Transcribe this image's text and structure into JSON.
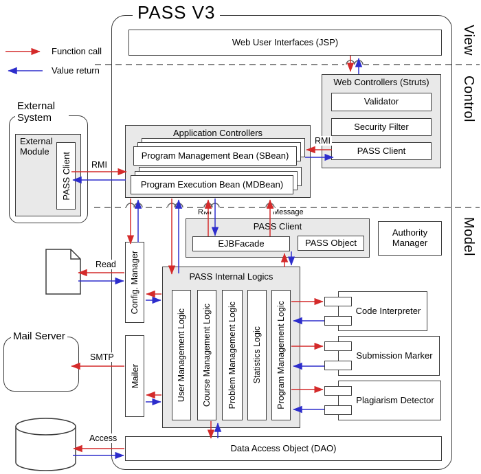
{
  "title": "PASS V3",
  "legend": {
    "function_call": "Function call",
    "value_return": "Value return"
  },
  "sections": {
    "view": "View",
    "control": "Control",
    "model": "Model"
  },
  "colors": {
    "function_call": "#d42a2a",
    "value_return": "#2d2dcc",
    "panel_fill": "#e9e9e9",
    "border": "#3b3b3b"
  },
  "view": {
    "jsp": "Web User Interfaces (JSP)"
  },
  "control": {
    "web_controllers": {
      "title": "Web Controllers (Struts)",
      "items": [
        "Validator",
        "Security Filter",
        "PASS Client"
      ]
    },
    "application_controllers": {
      "title": "Application Controllers",
      "sbean": "Program Management Bean (SBean)",
      "mdbean": "Program Execution Bean (MDBean)"
    }
  },
  "model": {
    "pass_client": {
      "title": "PASS Client",
      "ejb_facade": "EJBFacade",
      "pass_object": "PASS Object"
    },
    "authority_manager": "Authority Manager",
    "internal_logics": {
      "title": "PASS Internal Logics",
      "logics": [
        "User Management Logic",
        "Course Management Logic",
        "Problem Management Logic",
        "Statistics Logic",
        "Program Management Logic"
      ]
    },
    "config_manager": "Config. Manager",
    "mailer": "Mailer",
    "components": [
      "Code Interpreter",
      "Submission Marker",
      "Plagiarism Detector"
    ],
    "dao": "Data Access Object (DAO)"
  },
  "external": {
    "system": "External System",
    "module": "External Module",
    "pass_client": "PASS Client"
  },
  "peripherals": {
    "config_files": "Config files",
    "mail_server": "Mail Server",
    "database": "PASS Database"
  },
  "connection_labels": {
    "rmi_web": "RMI",
    "rmi_external": "RMI",
    "rmi_model": "RMI",
    "message": "Message",
    "read": "Read",
    "smtp": "SMTP",
    "access": "Access"
  }
}
